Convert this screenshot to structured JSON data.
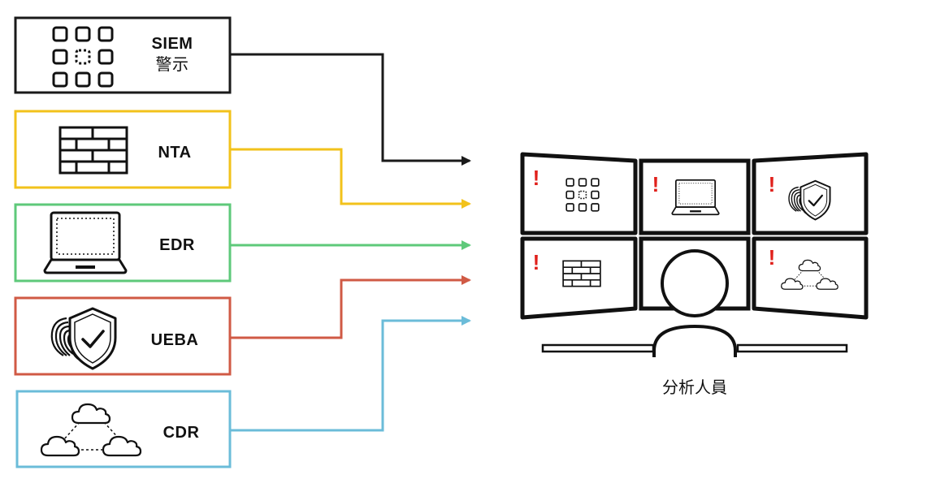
{
  "sources": [
    {
      "id": "siem",
      "label_line1": "SIEM",
      "label_line2": "警示",
      "color": "#1a1a1a",
      "icon": "grid-icon"
    },
    {
      "id": "nta",
      "label": "NTA",
      "color": "#f2c21b",
      "icon": "firewall-brick-icon"
    },
    {
      "id": "edr",
      "label": "EDR",
      "color": "#5ec97a",
      "icon": "laptop-icon"
    },
    {
      "id": "ueba",
      "label": "UEBA",
      "color": "#d05a45",
      "icon": "fingerprint-shield-icon"
    },
    {
      "id": "cdr",
      "label": "CDR",
      "color": "#6bbcd9",
      "icon": "cloud-network-icon"
    }
  ],
  "analyst": {
    "caption": "分析人員",
    "icon": "person-icon"
  },
  "alert_mark": "!"
}
